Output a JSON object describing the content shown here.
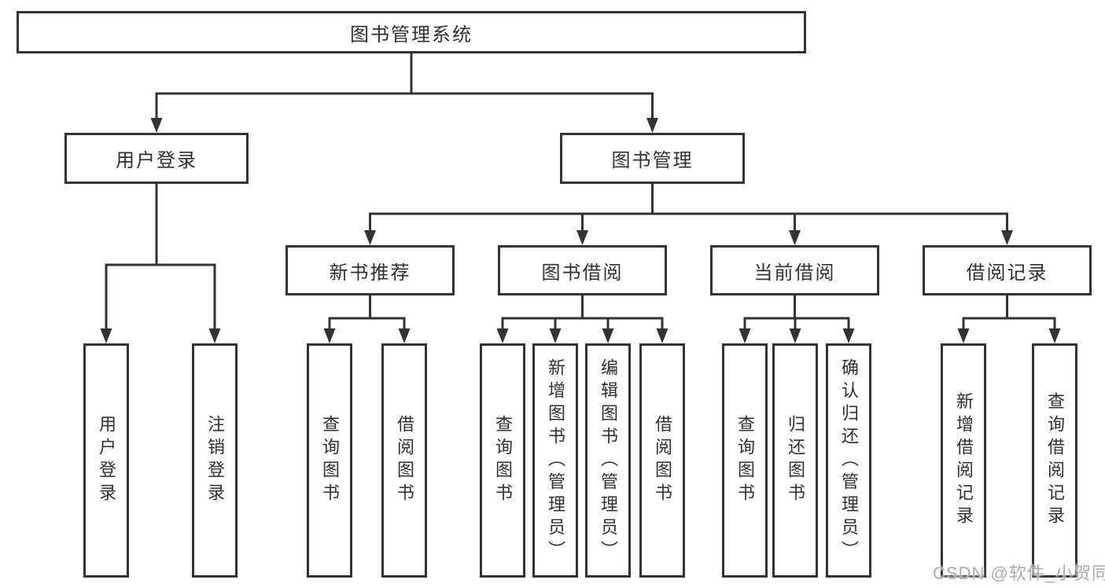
{
  "diagram_title": "图书管理系统",
  "watermark": "CSDN @软件_小贺同学",
  "colors": {
    "line": "#333333",
    "text": "#303030",
    "watermark": "#ababab",
    "background": "#ffffff"
  },
  "tree": {
    "root": {
      "label": "图书管理系统"
    },
    "branches": [
      {
        "label": "用户登录",
        "children": [
          {
            "label": "用户登录"
          },
          {
            "label": "注销登录"
          }
        ]
      },
      {
        "label": "图书管理",
        "children": [
          {
            "label": "新书推荐",
            "children": [
              {
                "label": "查询图书"
              },
              {
                "label": "借阅图书"
              }
            ]
          },
          {
            "label": "图书借阅",
            "children": [
              {
                "label": "查询图书"
              },
              {
                "label": "新增图书（管理员）"
              },
              {
                "label": "编辑图书（管理员）"
              },
              {
                "label": "借阅图书"
              }
            ]
          },
          {
            "label": "当前借阅",
            "children": [
              {
                "label": "查询图书"
              },
              {
                "label": "归还图书"
              },
              {
                "label": "确认归还（管理员）"
              }
            ]
          },
          {
            "label": "借阅记录",
            "children": [
              {
                "label": "新增借阅记录"
              },
              {
                "label": "查询借阅记录"
              }
            ]
          }
        ]
      }
    ]
  }
}
